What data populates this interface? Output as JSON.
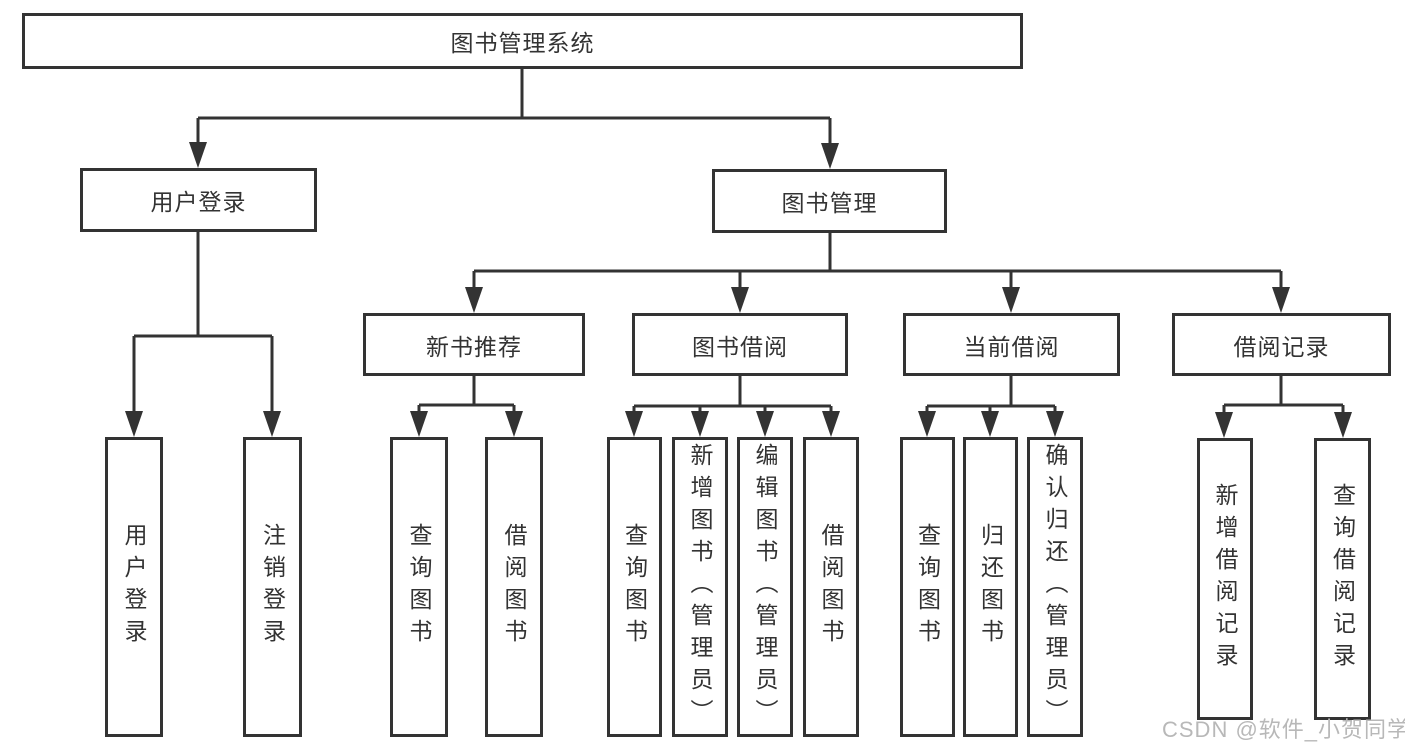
{
  "diagram": {
    "root": {
      "label": "图书管理系统"
    },
    "level2": {
      "user_login": {
        "label": "用户登录"
      },
      "book_mgmt": {
        "label": "图书管理"
      }
    },
    "level3": {
      "new_book_rec": {
        "label": "新书推荐"
      },
      "book_borrow": {
        "label": "图书借阅"
      },
      "current_borrow": {
        "label": "当前借阅"
      },
      "borrow_records": {
        "label": "借阅记录"
      }
    },
    "leaves": {
      "user_login": [
        "用户登录",
        "注销登录"
      ],
      "new_book_rec": [
        "查询图书",
        "借阅图书"
      ],
      "book_borrow": [
        "查询图书",
        "新增图书（管理员）",
        "编辑图书（管理员）",
        "借阅图书"
      ],
      "current_borrow": [
        "查询图书",
        "归还图书",
        "确认归还（管理员）"
      ],
      "borrow_records": [
        "新增借阅记录",
        "查询借阅记录"
      ]
    }
  },
  "watermark": "CSDN @软件_小贺同学",
  "colors": {
    "line": "#333333",
    "text": "#333333",
    "box_background": "#ffffff",
    "page_background": "#ffffff",
    "watermark": "#b8b8b8"
  }
}
